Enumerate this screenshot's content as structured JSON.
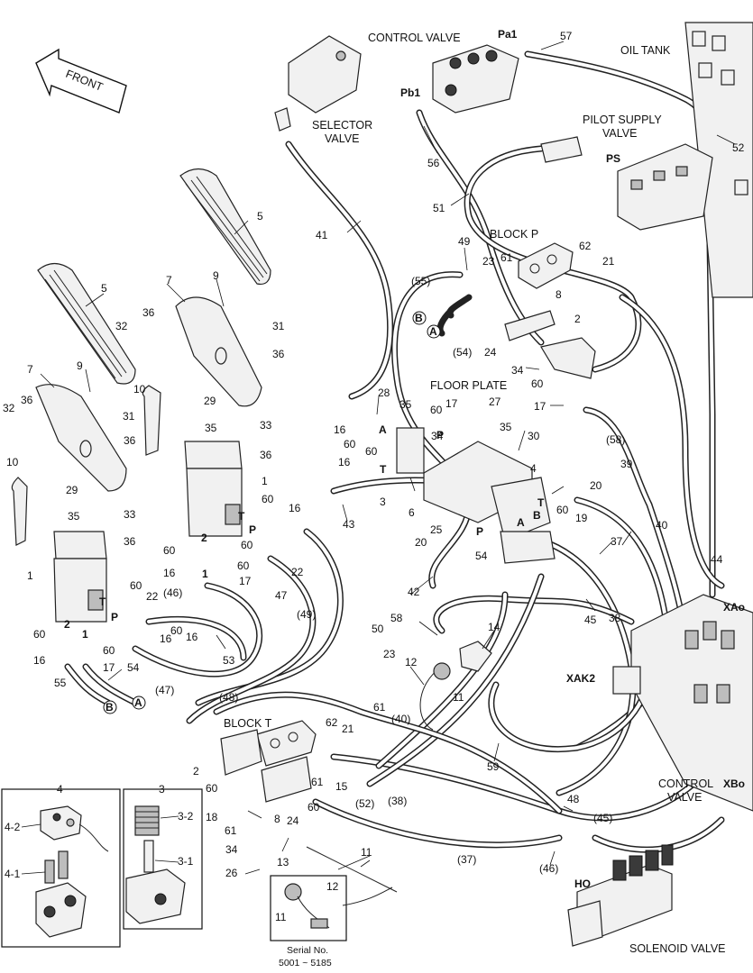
{
  "labels": {
    "control_valve_top": "CONTROL VALVE",
    "oil_tank": "OIL TANK",
    "selector_valve_1": "SELECTOR",
    "selector_valve_2": "VALVE",
    "pilot_supply_1": "PILOT SUPPLY",
    "pilot_supply_2": "VALVE",
    "block_p": "BLOCK  P",
    "floor_plate": "FLOOR PLATE",
    "block_t": "BLOCK  T",
    "control_valve_bottom_1": "CONTROL",
    "control_valve_bottom_2": "VALVE",
    "solenoid_valve": "SOLENOID VALVE",
    "front": "FRONT",
    "serial_1": "Serial No.",
    "serial_2": "5001 ~ 5185"
  },
  "ports": {
    "pa1": "Pa1",
    "pb1": "Pb1",
    "ps": "PS",
    "xao": "XAo",
    "xak2": "XAK2",
    "xbo": "XBo",
    "ho": "HO",
    "a": "A",
    "b": "B",
    "p": "P",
    "t": "T"
  },
  "callouts": {
    "c57": "57",
    "c52": "52",
    "c56": "56",
    "c51": "51",
    "c5": "5",
    "c41": "41",
    "c49": "49",
    "c23": "23",
    "c61": "61",
    "c62": "62",
    "c21": "21",
    "c55p": "(55)",
    "c8": "8",
    "c2": "2",
    "c54p": "(54)",
    "c24": "24",
    "c34": "34",
    "c27": "27",
    "c60": "60",
    "c17": "17",
    "c58p": "(58)",
    "c9": "9",
    "c7": "7",
    "c32": "32",
    "c36": "36",
    "c31": "31",
    "c10": "10",
    "c29": "29",
    "c35": "35",
    "c33": "33",
    "c1": "1",
    "c28": "28",
    "c16": "16",
    "c30": "30",
    "c3": "3",
    "c4": "4",
    "c43": "43",
    "c6": "6",
    "c25": "25",
    "c20": "20",
    "c19": "19",
    "c39": "39",
    "c40": "40",
    "c37": "37",
    "c44": "44",
    "c42": "42",
    "c45": "45",
    "c38": "38",
    "c22": "22",
    "c46p": "(46)",
    "c47": "47",
    "c49p": "(49)",
    "c50": "50",
    "c53": "53",
    "c58": "58",
    "c14": "14",
    "c12": "12",
    "c11": "11",
    "c59": "59",
    "c54": "54",
    "c55": "55",
    "c47p": "(47)",
    "c48p": "(48)",
    "c40p": "(40)",
    "c52p": "(52)",
    "c38p": "(38)",
    "c37p": "(37)",
    "c45p": "(45)",
    "c48": "48",
    "c15": "15",
    "c18": "18",
    "c26": "26",
    "c13": "13",
    "c4_2": "4-2",
    "c4_1": "4-1",
    "c3_2": "3-2",
    "c3_1": "3-1"
  },
  "colors": {
    "line": "#222222",
    "background": "#ffffff"
  }
}
